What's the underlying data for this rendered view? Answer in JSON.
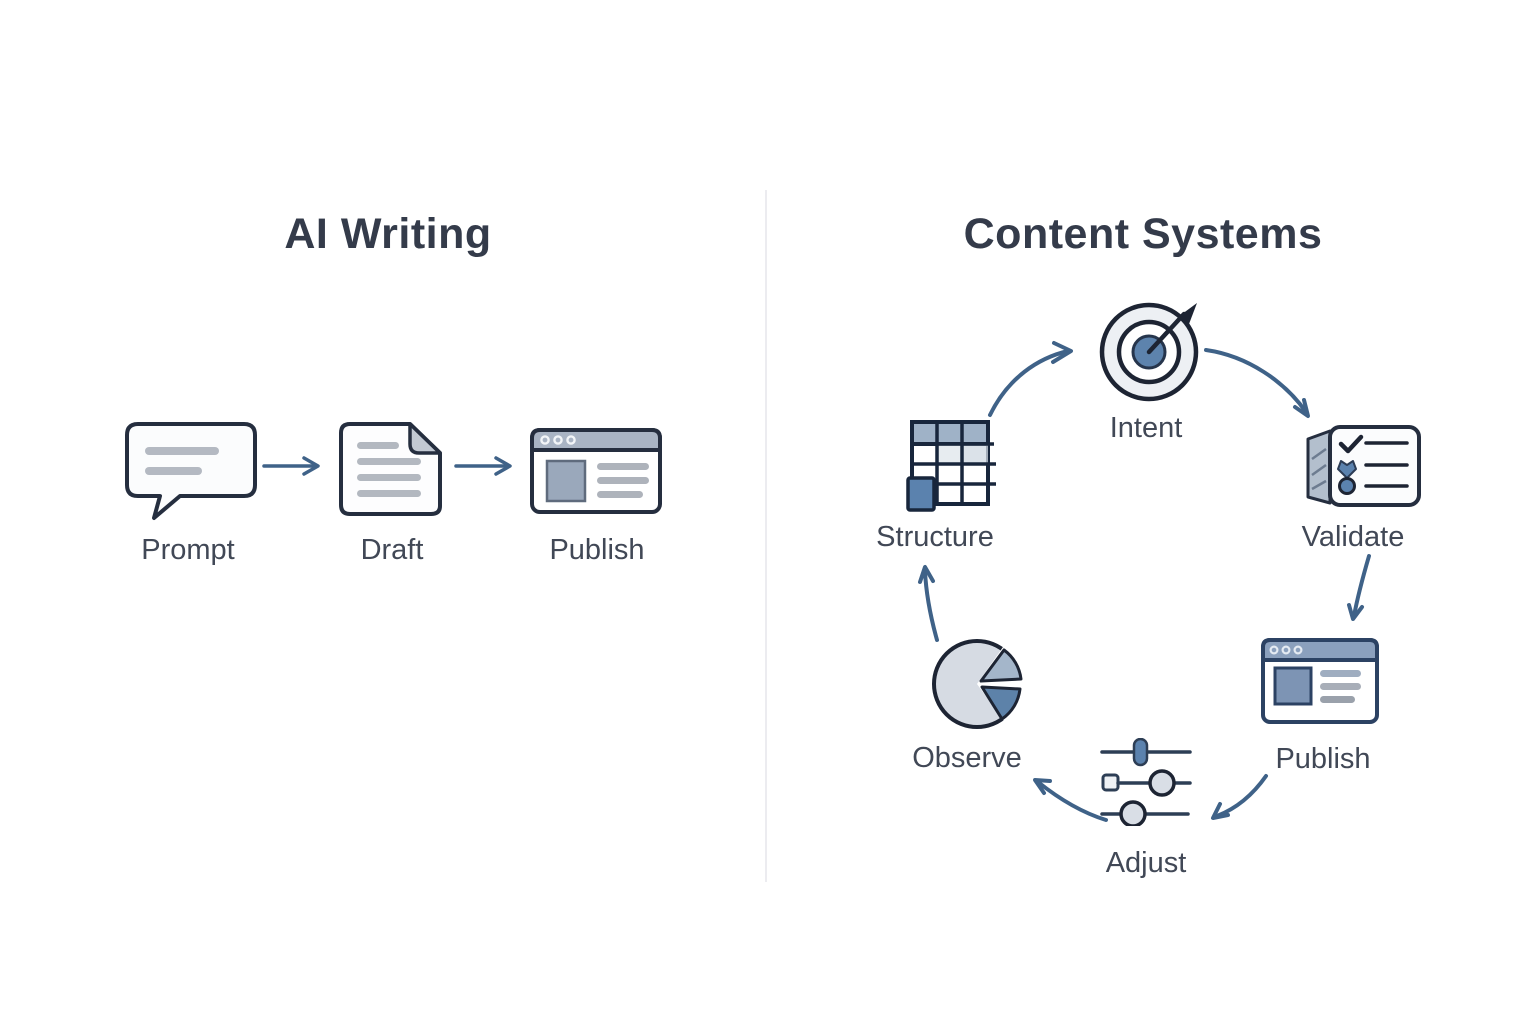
{
  "left_panel": {
    "title": "AI Writing",
    "steps": [
      {
        "label": "Prompt",
        "icon": "speech-bubble-icon"
      },
      {
        "label": "Draft",
        "icon": "document-icon"
      },
      {
        "label": "Publish",
        "icon": "browser-window-icon"
      }
    ]
  },
  "right_panel": {
    "title": "Content Systems",
    "cycle": [
      {
        "label": "Intent",
        "icon": "target-icon"
      },
      {
        "label": "Validate",
        "icon": "checklist-icon"
      },
      {
        "label": "Publish",
        "icon": "browser-window-icon"
      },
      {
        "label": "Adjust",
        "icon": "sliders-icon"
      },
      {
        "label": "Observe",
        "icon": "pie-chart-icon"
      },
      {
        "label": "Structure",
        "icon": "table-icon"
      }
    ]
  },
  "colors": {
    "title_text": "#343b4a",
    "label_text": "#414856",
    "outline_dark": "#1f2838",
    "accent_blue": "#5d83ad",
    "arrow_blue": "#3f6288",
    "bar_gray_blue": "#a9b4c4",
    "divider": "#ececf0"
  }
}
